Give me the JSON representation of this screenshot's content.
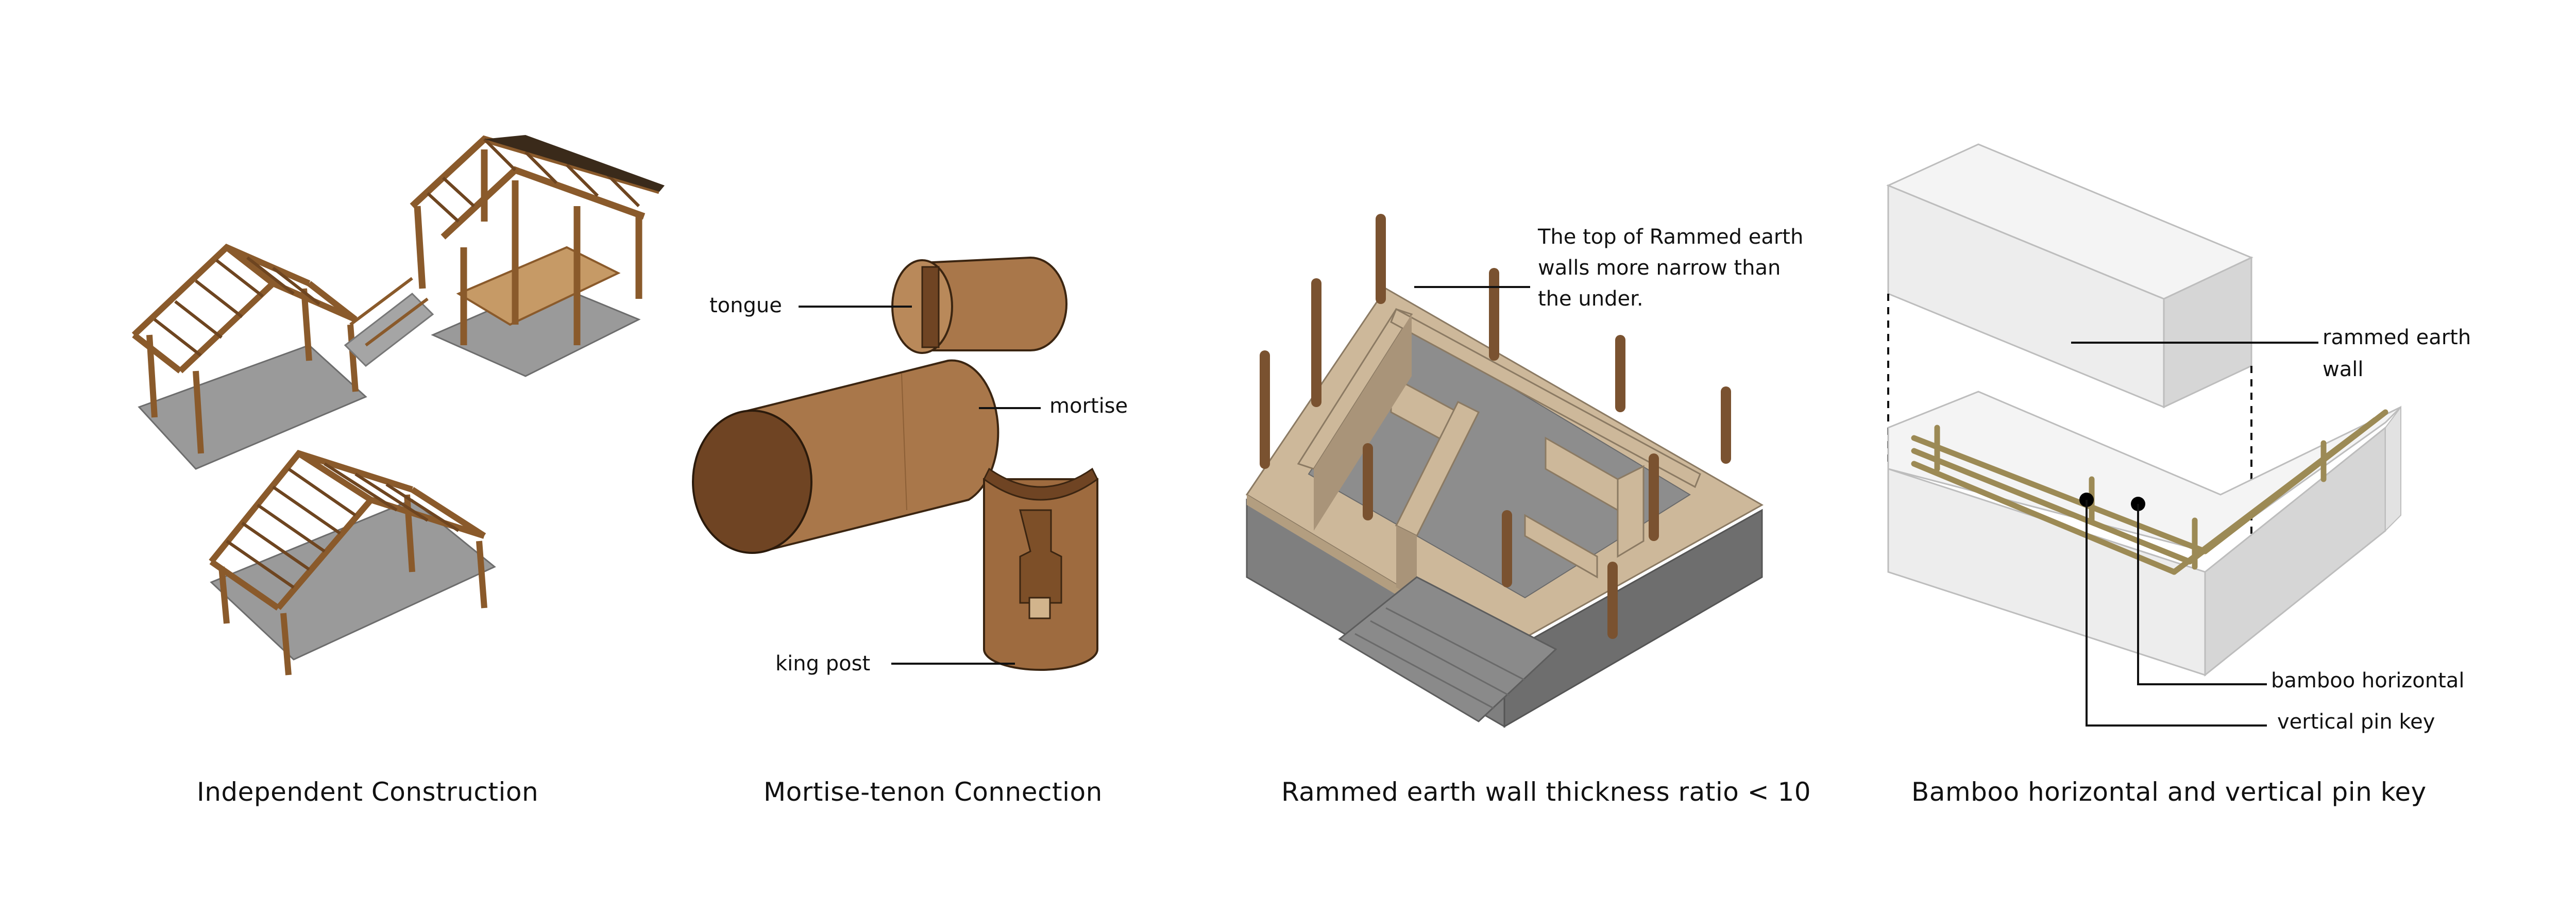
{
  "panels": [
    {
      "caption": "Independent Construction",
      "illustration": "timber-frame-pavilions"
    },
    {
      "caption": "Mortise-tenon Connection",
      "illustration": "mortise-tenon-joint",
      "labels": {
        "tongue": "tongue",
        "mortise": "mortise",
        "king_post": "king post"
      }
    },
    {
      "caption": "Rammed earth wall thickness ratio < 10",
      "illustration": "rammed-earth-foundation",
      "note_lines": [
        "The top of Rammed earth",
        "walls  more narrow than",
        "the under."
      ]
    },
    {
      "caption": "Bamboo horizontal and vertical pin key",
      "illustration": "bamboo-reinforced-wall",
      "labels": {
        "rammed_earth_line1": "rammed earth",
        "rammed_earth_line2": "wall",
        "bamboo_horizontal": "bamboo horizontal",
        "vertical_pin_key": "vertical pin key"
      }
    }
  ],
  "colors": {
    "timber": "#8a5a2b",
    "timber_dark": "#5e3a18",
    "wood_cylinder": "#a9774a",
    "wood_cylinder_dark": "#6f4423",
    "stone": "#8d8d8d",
    "earth_wall": "#cdb89a",
    "earth_wall_dark": "#a99479",
    "block_light": "#f1f1f1",
    "block_shade": "#d9d9d9",
    "bamboo": "#9c8a55"
  }
}
